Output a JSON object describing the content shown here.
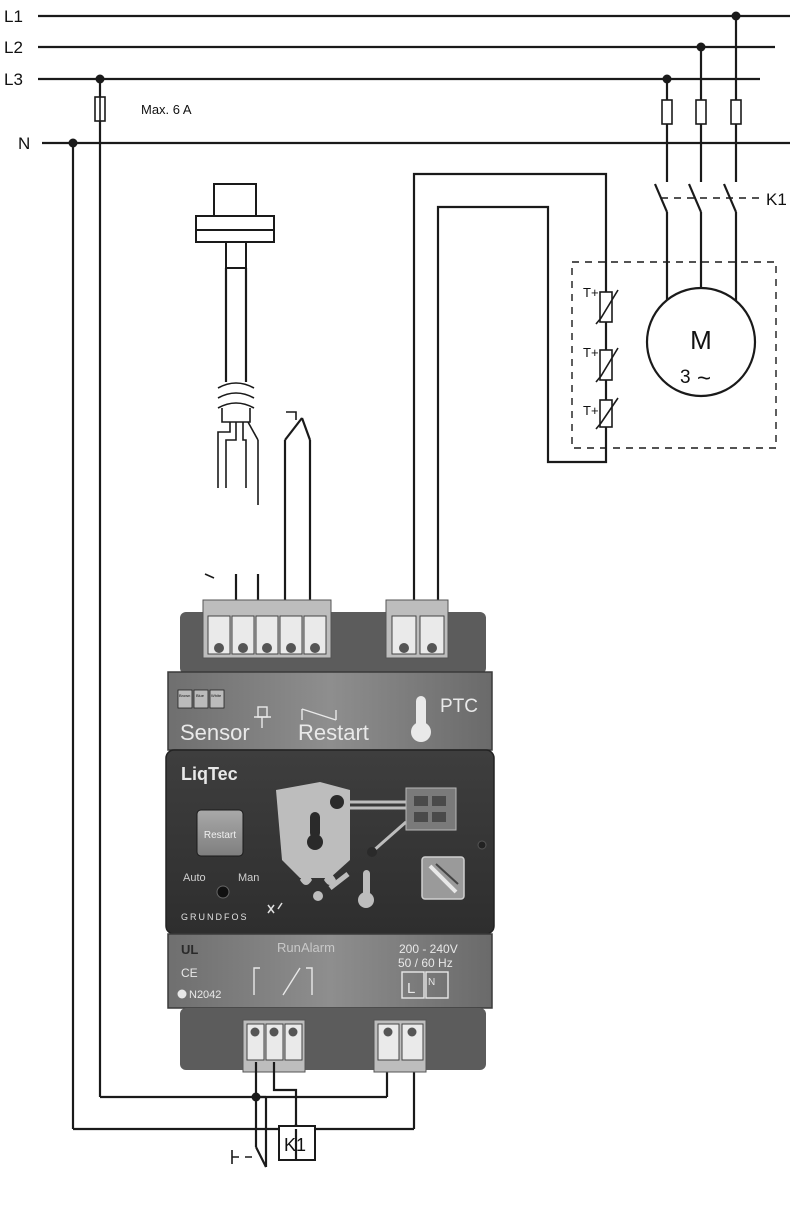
{
  "lines": {
    "l1": "L1",
    "l2": "L2",
    "l3": "L3",
    "n": "N"
  },
  "fuse_note": "Max. 6 A",
  "contactor": "K1",
  "motor": {
    "symbol": "M",
    "phase": "3",
    "ac": "~"
  },
  "thermistors": [
    "T+",
    "T+",
    "T+"
  ],
  "device": {
    "brand_model": "LiqTec",
    "sensor_label": "Sensor",
    "restart_label": "Restart",
    "ptc_label": "PTC",
    "restart_button": "Restart",
    "auto": "Auto",
    "man": "Man",
    "maker": "GRUNDFOS",
    "run": "Run",
    "alarm": "Alarm",
    "voltage": "200 - 240V",
    "frequency": "50 / 60 Hz",
    "ce": "CE",
    "cert": "N2042",
    "ul": "UL",
    "wire_colors": [
      "Brown",
      "Blue",
      "White"
    ],
    "terminal_l": "L",
    "terminal_n": "N"
  },
  "colors": {
    "ink": "#1a1a1a",
    "panel_dark": "#4a4a4a",
    "panel_mid": "#8a8a8a",
    "panel_light": "#c8c8c8"
  }
}
